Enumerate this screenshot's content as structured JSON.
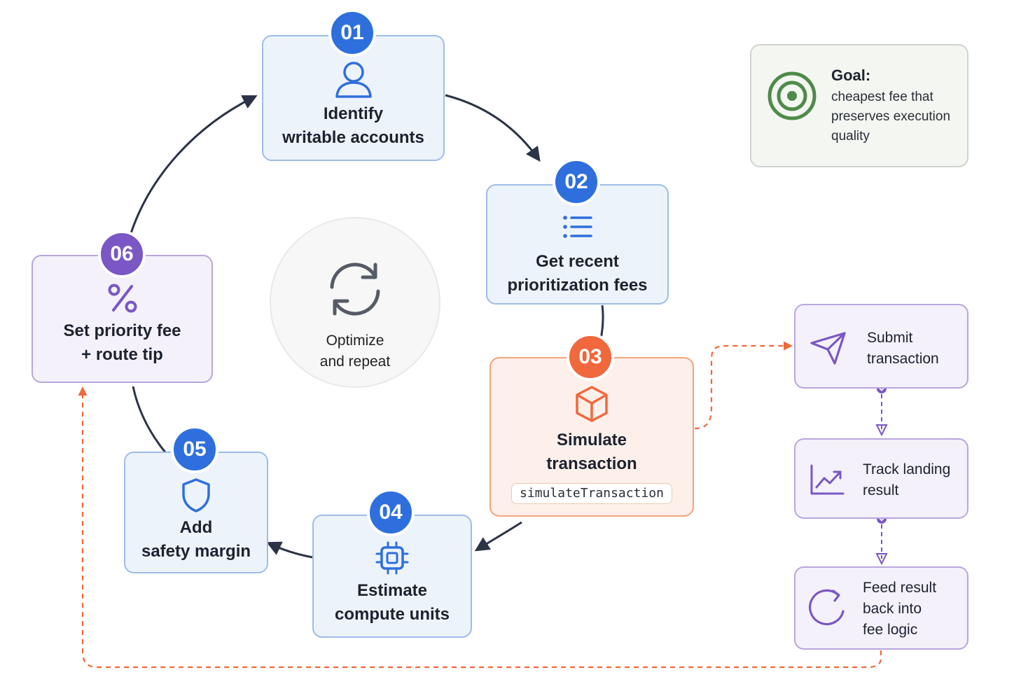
{
  "goal": {
    "title": "Goal:",
    "lines": [
      "cheapest fee that",
      "preserves execution",
      "quality"
    ],
    "icon": "target-icon",
    "color": "#4f8a4a"
  },
  "hub": {
    "lines": [
      "Optimize",
      "and repeat"
    ],
    "icon": "refresh-cycle-icon"
  },
  "steps": [
    {
      "num": "01",
      "lines": [
        "Identify",
        "writable accounts"
      ],
      "icon": "user-icon",
      "color": "#2f6fdd"
    },
    {
      "num": "02",
      "lines": [
        "Get recent",
        "prioritization fees"
      ],
      "icon": "list-icon",
      "color": "#2f6fdd"
    },
    {
      "num": "03",
      "lines": [
        "Simulate",
        "transaction"
      ],
      "icon": "cube-icon",
      "code": "simulateTransaction",
      "color": "#f0683c"
    },
    {
      "num": "04",
      "lines": [
        "Estimate",
        "compute units"
      ],
      "icon": "cpu-chip-icon",
      "color": "#2f6fdd"
    },
    {
      "num": "05",
      "lines": [
        "Add",
        "safety margin"
      ],
      "icon": "shield-icon",
      "color": "#2f6fdd"
    },
    {
      "num": "06",
      "lines": [
        "Set priority fee",
        "+ route tip"
      ],
      "icon": "percent-icon",
      "color": "#7a57c4"
    }
  ],
  "side": [
    {
      "lines": [
        "Submit",
        "transaction"
      ],
      "icon": "paper-plane-icon"
    },
    {
      "lines": [
        "Track landing",
        "result"
      ],
      "icon": "trend-chart-icon"
    },
    {
      "lines": [
        "Feed result",
        "back into",
        "fee logic"
      ],
      "icon": "feedback-loop-icon"
    }
  ],
  "colors": {
    "blue": "#2f6fdd",
    "purple": "#7a57c4",
    "orange": "#f0683c",
    "arrow": "#2b3345",
    "goal": "#4f8a4a"
  }
}
